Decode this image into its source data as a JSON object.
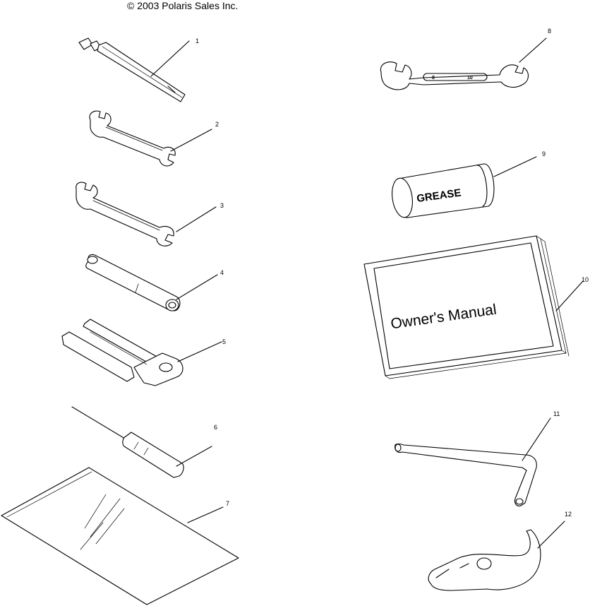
{
  "copyright": "© 2003 Polaris Sales Inc.",
  "grease_label": "GREASE",
  "manual_title": "Owner's Manual",
  "wrench_8_marks": [
    "8",
    "10"
  ],
  "callouts": [
    "1",
    "2",
    "3",
    "4",
    "5",
    "6",
    "7",
    "8",
    "9",
    "10",
    "11",
    "12"
  ]
}
